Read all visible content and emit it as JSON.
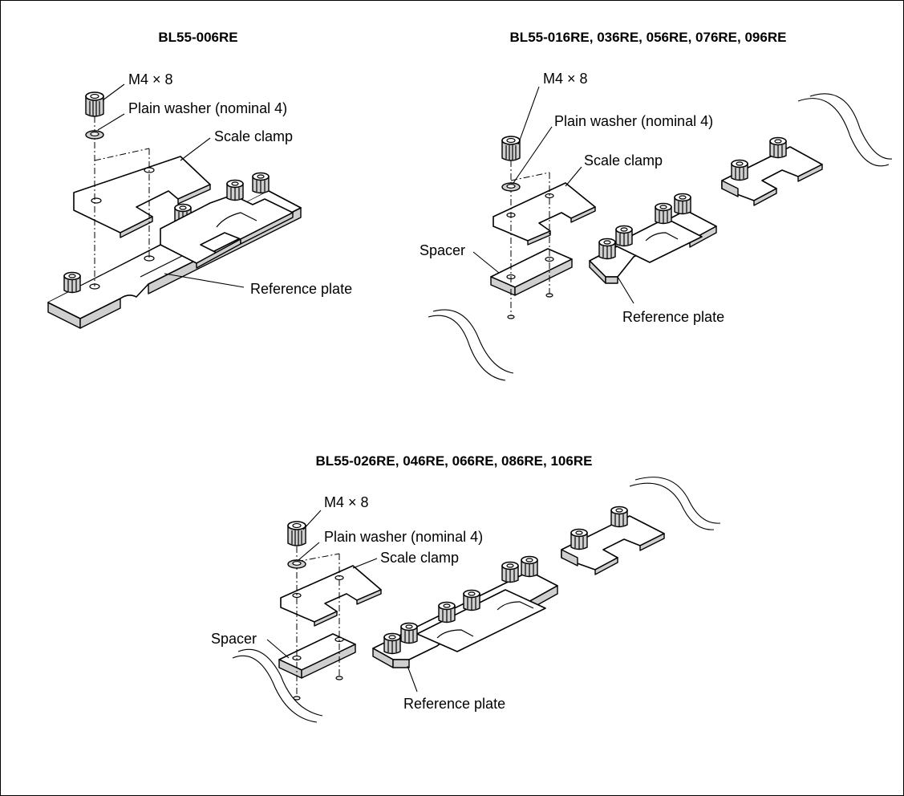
{
  "diagrams": [
    {
      "title": "BL55-006RE",
      "labels": {
        "screw": "M4 × 8",
        "washer": "Plain washer (nominal 4)",
        "clamp": "Scale clamp",
        "plate": "Reference plate"
      }
    },
    {
      "title": "BL55-016RE, 036RE, 056RE, 076RE, 096RE",
      "labels": {
        "screw": "M4 × 8",
        "washer": "Plain washer (nominal 4)",
        "clamp": "Scale clamp",
        "spacer": "Spacer",
        "plate": "Reference plate"
      }
    },
    {
      "title": "BL55-026RE, 046RE, 066RE, 086RE, 106RE",
      "labels": {
        "screw": "M4 × 8",
        "washer": "Plain washer (nominal 4)",
        "clamp": "Scale clamp",
        "spacer": "Spacer",
        "plate": "Reference plate"
      }
    }
  ]
}
